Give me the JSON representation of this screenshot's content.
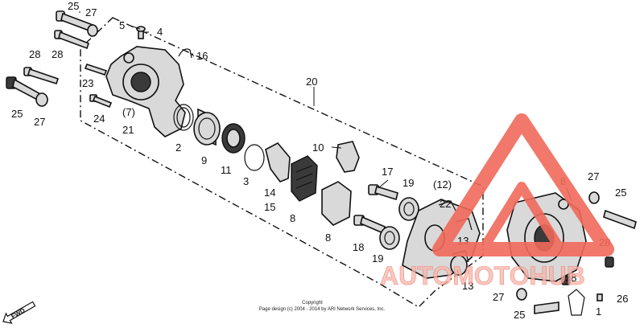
{
  "callouts": {
    "c25a": "25",
    "c27a": "27",
    "c28a": "28",
    "c28b": "28",
    "c25b": "25",
    "c27b": "27",
    "c5": "5",
    "c4": "4",
    "c16": "16",
    "c23": "23",
    "c24": "24",
    "c7": "(7)",
    "c21": "21",
    "c2": "2",
    "c9": "9",
    "c11": "11",
    "c3": "3",
    "c20": "20",
    "c10": "10",
    "c14": "14",
    "c15": "15",
    "c8a": "8",
    "c8b": "8",
    "c17": "17",
    "c19a": "19",
    "c18": "18",
    "c19b": "19",
    "c12": "(12)",
    "c22": "22",
    "c13a": "13",
    "c13b": "13",
    "c6": "6",
    "c27c": "27",
    "c25c": "25",
    "c28c": "28",
    "c28d": "28",
    "c27d": "27",
    "c25d": "25",
    "c1": "1",
    "c26": "26"
  },
  "fwd_label": "FWD",
  "copyright": {
    "line1": "Copyright",
    "line2": "Page design (c) 2004 - 2014 by ARI Network Services, Inc."
  },
  "watermark": {
    "text": "AUTOMOTOHUB",
    "colors": {
      "accent": "#f06a5a",
      "outline": "#f3d3cf"
    }
  }
}
